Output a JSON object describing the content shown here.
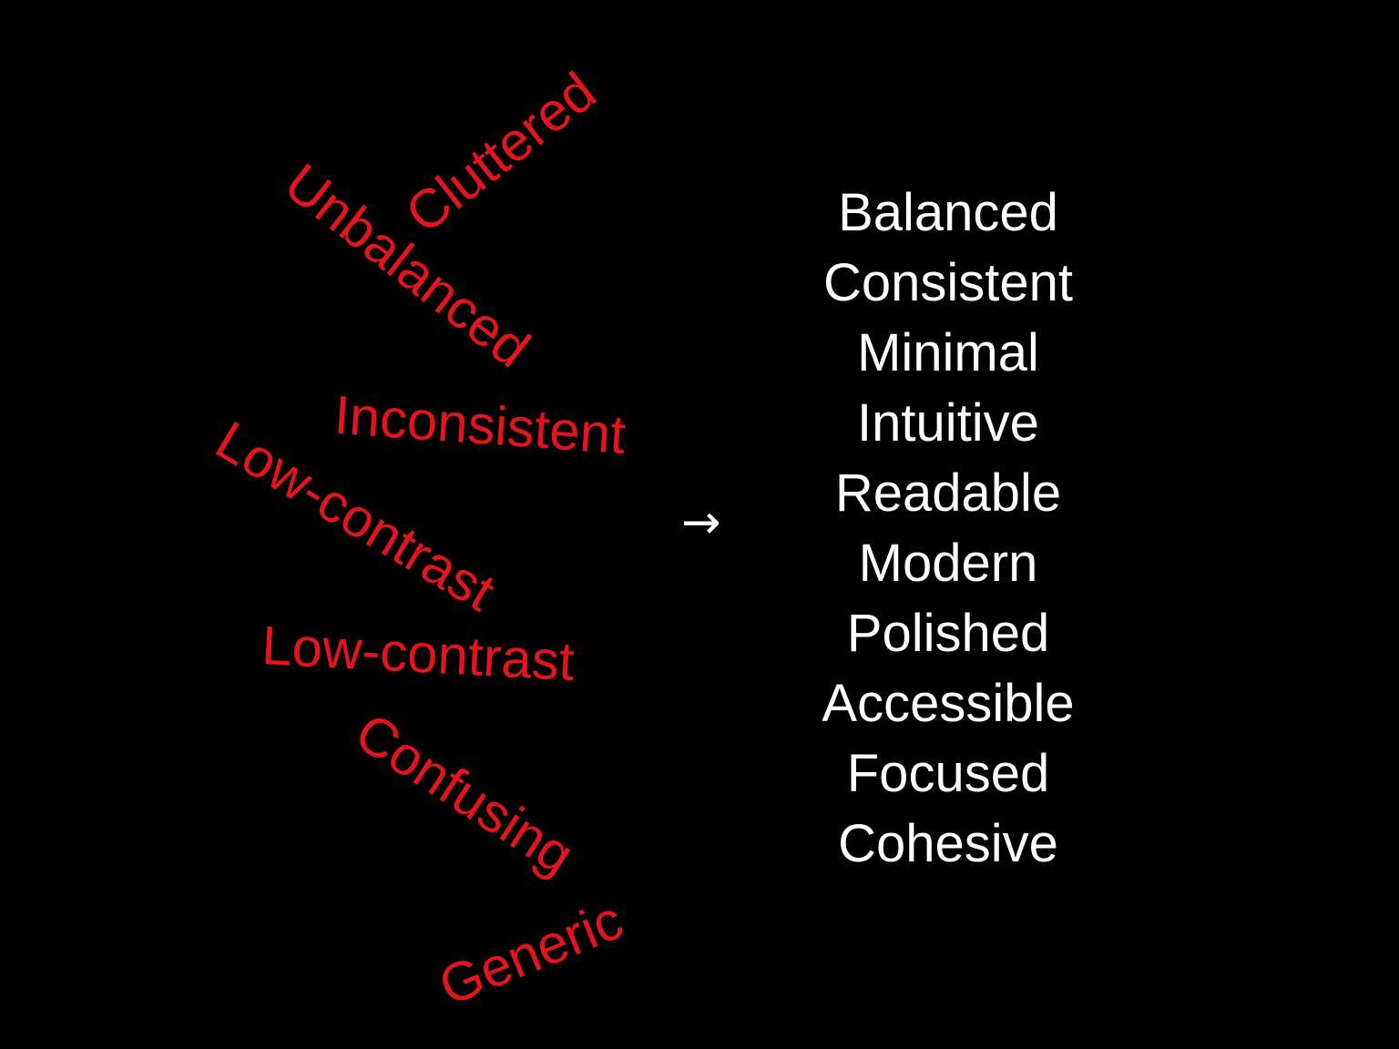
{
  "negative_words": [
    "Cluttered",
    "Unbalanced",
    "Inconsistent",
    "Low-contrast",
    "Low-contrast",
    "Confusing",
    "Generic"
  ],
  "arrow_icon": "→",
  "positive_words": [
    "Balanced",
    "Consistent",
    "Minimal",
    "Intuitive",
    "Readable",
    "Modern",
    "Polished",
    "Accessible",
    "Focused",
    "Cohesive"
  ],
  "colors": {
    "negative": "#e3141b",
    "positive": "#ffffff",
    "background": "#000000"
  }
}
